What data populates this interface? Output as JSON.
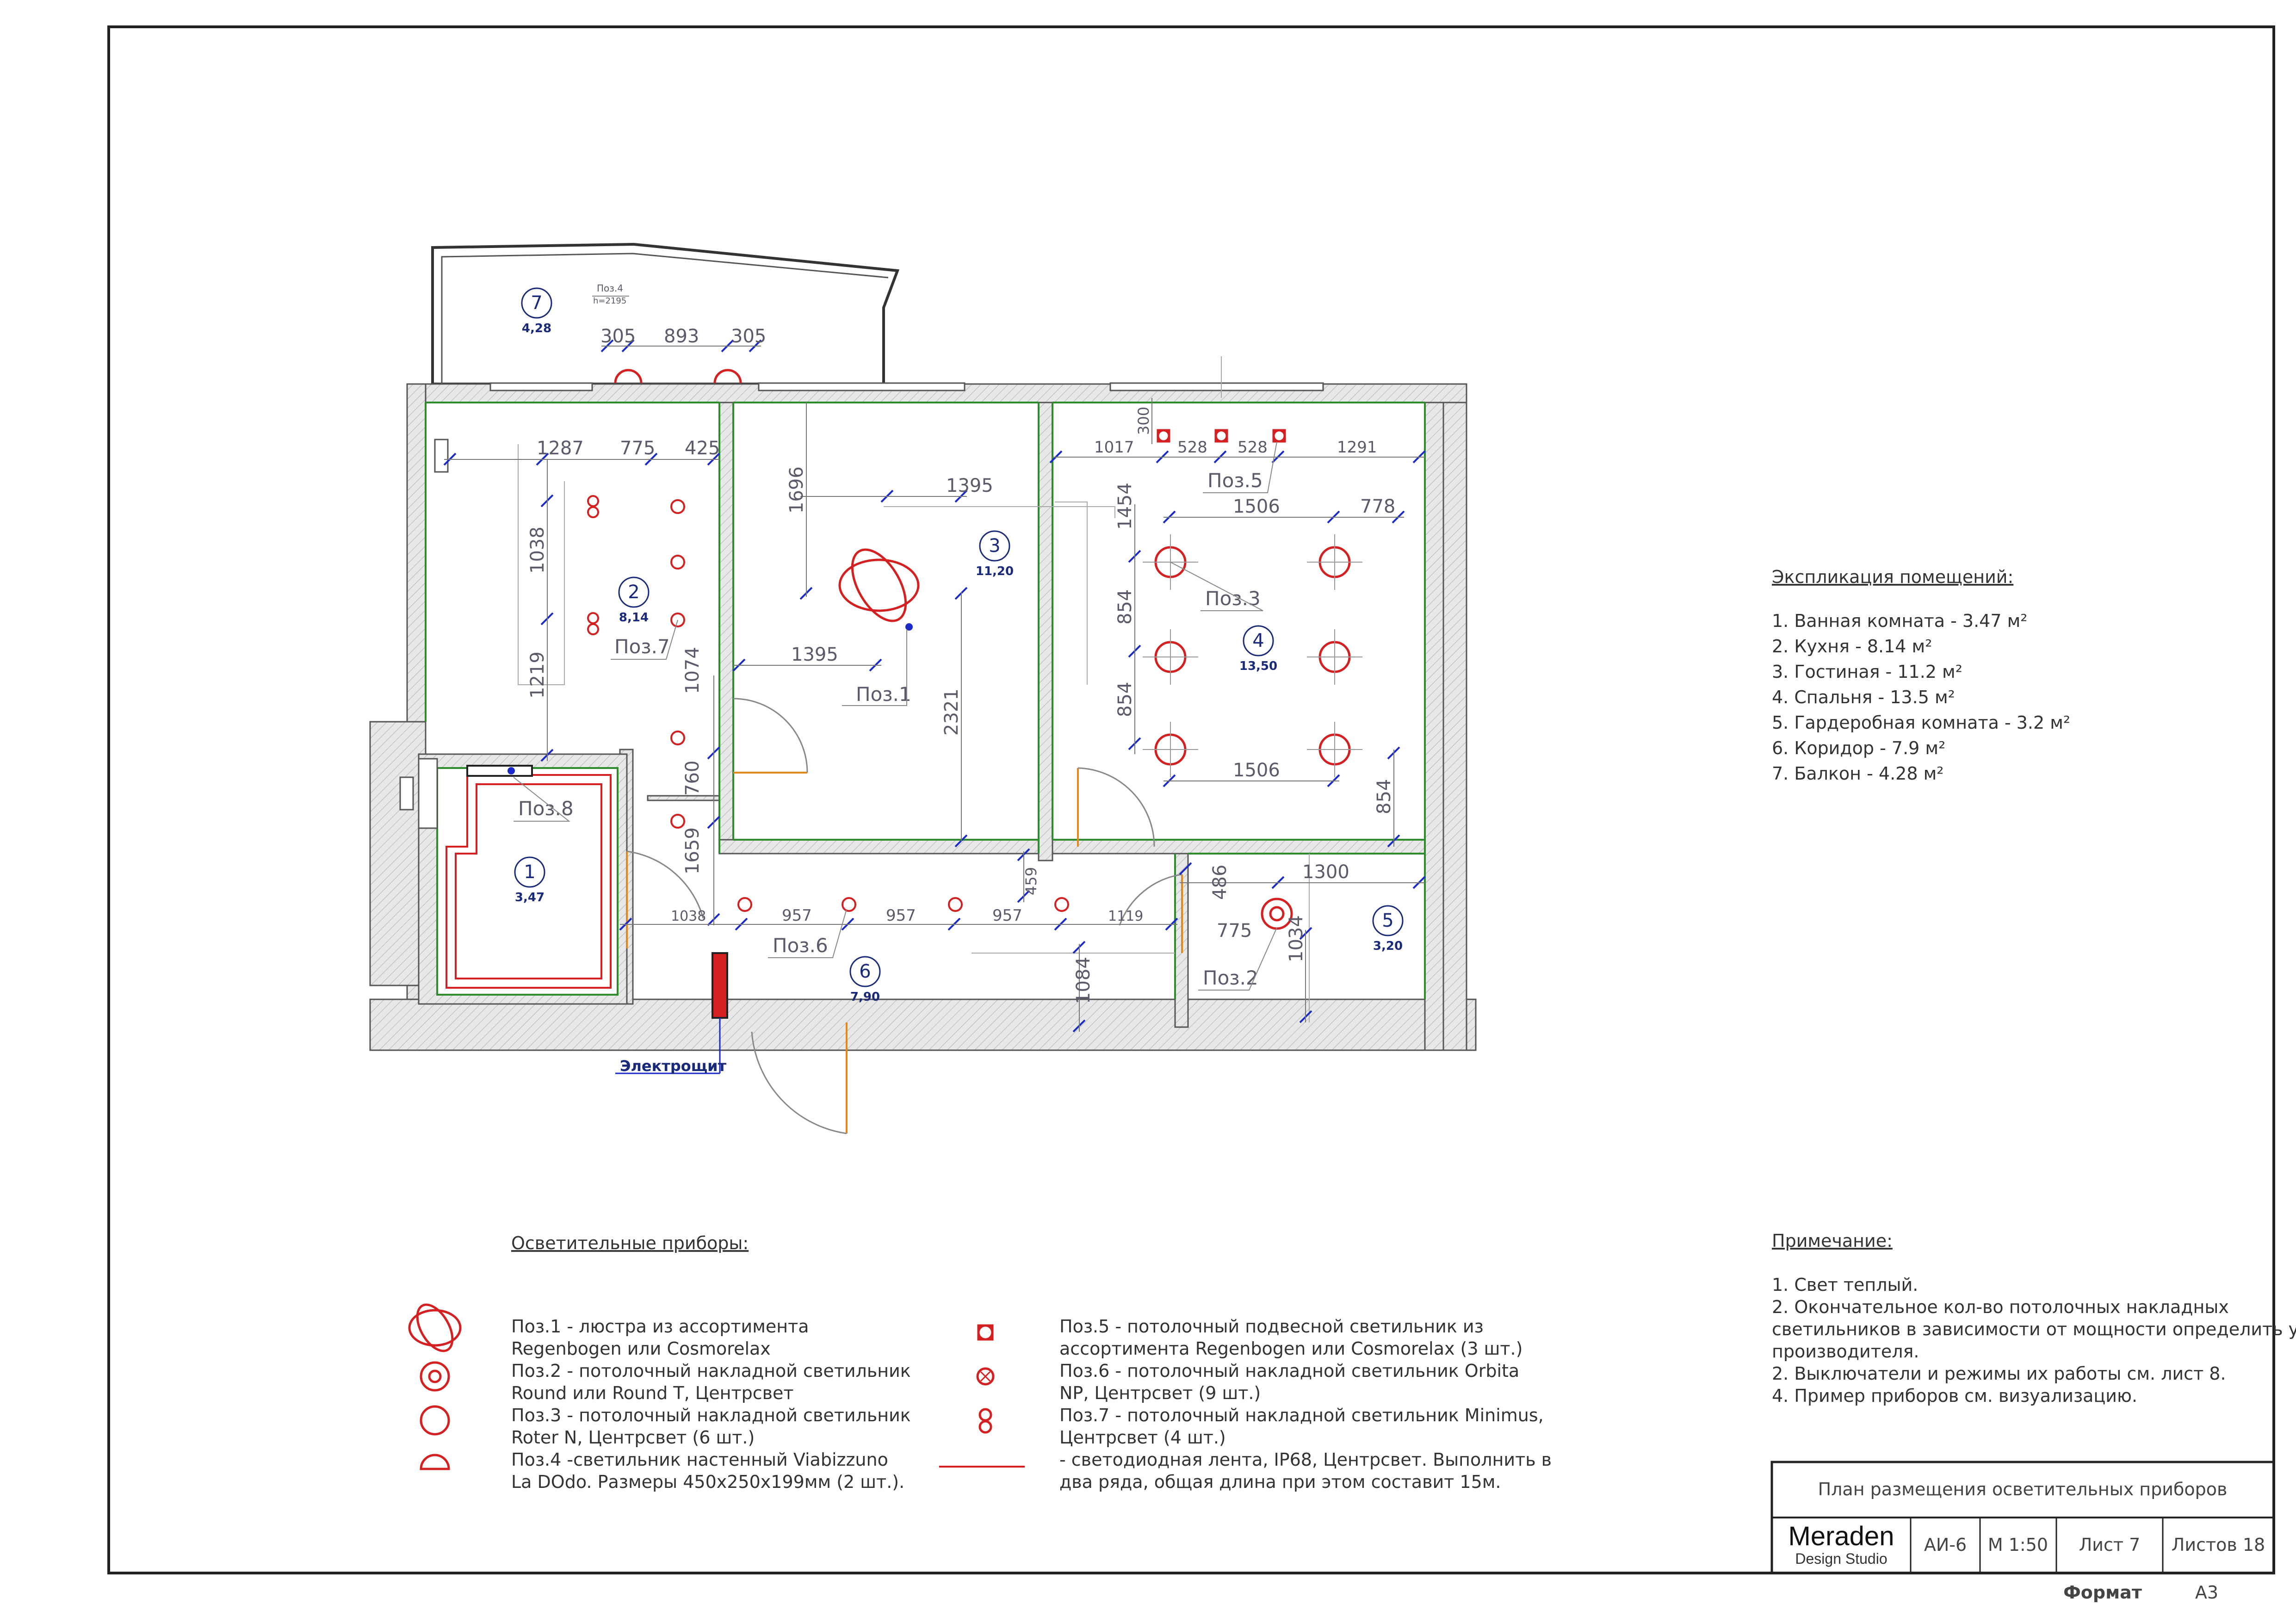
{
  "rooms": [
    {
      "num": "1",
      "area": "3,47"
    },
    {
      "num": "2",
      "area": "8,14"
    },
    {
      "num": "3",
      "area": "11,20"
    },
    {
      "num": "4",
      "area": "13,50"
    },
    {
      "num": "5",
      "area": "3,20"
    },
    {
      "num": "6",
      "area": "7,90"
    },
    {
      "num": "7",
      "area": "4,28"
    }
  ],
  "plan_labels": {
    "poz1": "Поз.1",
    "poz2": "Поз.2",
    "poz3": "Поз.3",
    "poz5": "Поз.5",
    "poz6": "Поз.6",
    "poz7": "Поз.7",
    "poz8": "Поз.8",
    "poz4_note": "Поз.4",
    "poz4_height": "h=2195",
    "panel": "Электрощит"
  },
  "dimensions": {
    "balcony": [
      "305",
      "893",
      "305"
    ],
    "kitchen_top": [
      "1287",
      "775",
      "425"
    ],
    "kitchen_left": [
      "1038",
      "1219"
    ],
    "kitchen_mid": [
      "1074",
      "760",
      "1659"
    ],
    "living": [
      "1696",
      "1395",
      "1395",
      "2321"
    ],
    "bedroom_top": [
      "1017",
      "528",
      "528",
      "1291",
      "300"
    ],
    "bedroom": [
      "1506",
      "778",
      "1454",
      "854",
      "854",
      "1506",
      "854"
    ],
    "corridor": [
      "1038",
      "957",
      "957",
      "957",
      "1119",
      "459",
      "1084"
    ],
    "wardrobe": [
      "486",
      "1300",
      "775",
      "1034"
    ]
  },
  "explication": {
    "title": "Экспликация помещений:",
    "items": [
      "1. Ванная комната - 3.47 м²",
      "2. Кухня - 8.14 м²",
      "3. Гостиная - 11.2 м²",
      "4. Спальня - 13.5 м²",
      "5. Гардеробная комната - 3.2 м²",
      "6. Коридор - 7.9 м²",
      "7. Балкон - 4.28 м²"
    ]
  },
  "legend": {
    "title": "Осветительные приборы:",
    "left": [
      [
        "Поз.1 - люстра из ассортимента",
        "Regenbogen или Cosmorelax"
      ],
      [
        "Поз.2 - потолочный накладной светильник",
        "Round или Round T, Центрсвет"
      ],
      [
        "Поз.3 - потолочный накладной светильник",
        "Roter N, Центрсвет (6 шт.)"
      ],
      [
        "Поз.4 -светильник настенный Viabizzuno",
        "La DOdo. Размеры 450х250х199мм (2 шт.)."
      ]
    ],
    "right": [
      [
        "Поз.5 - потолочный подвесной светильник из",
        "ассортимента Regenbogen или Cosmorelax (3 шт.)"
      ],
      [
        "Поз.6 - потолочный накладной светильник Orbita",
        "NP, Центрсвет (9 шт.)"
      ],
      [
        "Поз.7 - потолочный накладной светильник Minimus,",
        "Центрсвет (4 шт.)"
      ],
      [
        "- светодиодная лента, IP68, Центрсвет. Выполнить в",
        "два ряда, общая длина при этом составит 15м."
      ]
    ]
  },
  "notes": {
    "title": "Примечание:",
    "items": [
      "1. Свет теплый.",
      "2. Окончательное кол-во потолочных накладных",
      "светильников в зависимости от мощности определить у",
      "производителя.",
      "2. Выключатели и режимы их работы см. лист 8.",
      "4. Пример приборов см. визуализацию."
    ]
  },
  "title_block": {
    "title": "План размещения осветительных приборов",
    "brand": "Meraden",
    "brand_sub": "Design Studio",
    "code": "АИ-6",
    "scale": "М 1:50",
    "sheet": "Лист 7",
    "sheets": "Листов 18",
    "format_label": "Формат",
    "format_value": "А3"
  },
  "colors": {
    "fixture": "#d42020",
    "dimension": "#1a2ac8",
    "wall_fill": "#e6e6e6",
    "wall_edge": "#2e8b2e",
    "door": "#e08a1e",
    "room_tag": "#1a2a7a"
  }
}
